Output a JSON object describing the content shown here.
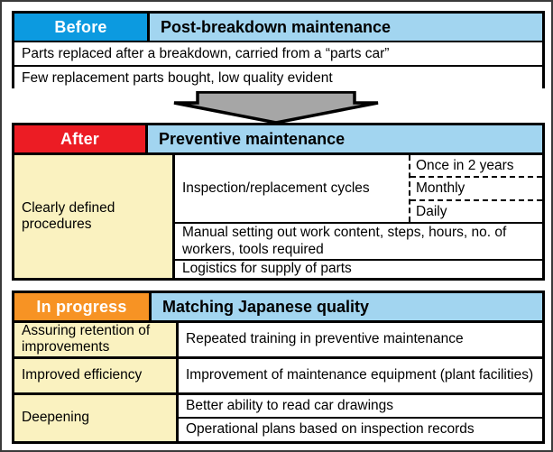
{
  "diagram": {
    "before": {
      "tag": "Before",
      "title": "Post-breakdown maintenance",
      "tag_color": "#0c9ae0",
      "title_color": "#a2d5f0",
      "rows": [
        "Parts replaced after a breakdown, carried from a “parts car”",
        "Few replacement parts bought, low quality evident"
      ]
    },
    "arrow": {
      "name": "down-arrow",
      "fill": "#a6a6a6",
      "stroke": "#000000"
    },
    "after": {
      "tag": "After",
      "title": "Preventive maintenance",
      "tag_color": "#ec1c24",
      "title_color": "#a2d5f0",
      "side_label": "Clearly defined procedures",
      "cycles": {
        "label": "Inspection/replacement cycles",
        "items": [
          "Once in 2 years",
          "Monthly",
          "Daily"
        ]
      },
      "manual": "Manual setting out work content, steps, hours, no. of workers, tools required",
      "logistics": "Logistics for supply of parts"
    },
    "in_progress": {
      "tag": "In progress",
      "title": "Matching Japanese quality",
      "tag_color": "#f79324",
      "title_color": "#a2d5f0",
      "rows": [
        {
          "label": "Assuring retention of improvements",
          "texts": [
            "Repeated training in preventive maintenance"
          ]
        },
        {
          "label": "Improved efficiency",
          "texts": [
            "Improvement of maintenance equipment (plant facilities)"
          ]
        },
        {
          "label": "Deepening",
          "texts": [
            "Better ability to read car drawings",
            "Operational plans based on inspection records"
          ]
        }
      ]
    }
  }
}
